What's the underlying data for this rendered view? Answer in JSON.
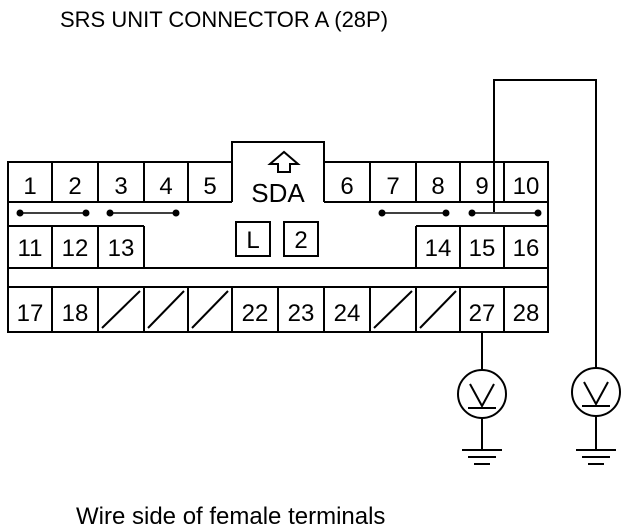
{
  "diagram": {
    "title": "SRS UNIT CONNECTOR A (28P)",
    "caption": "Wire side of female terminals",
    "key_label": "SDA",
    "box_labels": [
      "L",
      "2"
    ],
    "row1_pins": [
      "1",
      "2",
      "3",
      "4",
      "5",
      "6",
      "7",
      "8",
      "9",
      "10"
    ],
    "row2_pins": [
      "11",
      "12",
      "13",
      "14",
      "15",
      "16"
    ],
    "row3_pins": [
      "17",
      "18",
      "22",
      "23",
      "24",
      "27",
      "28"
    ],
    "voltmeter_symbol": "V"
  }
}
